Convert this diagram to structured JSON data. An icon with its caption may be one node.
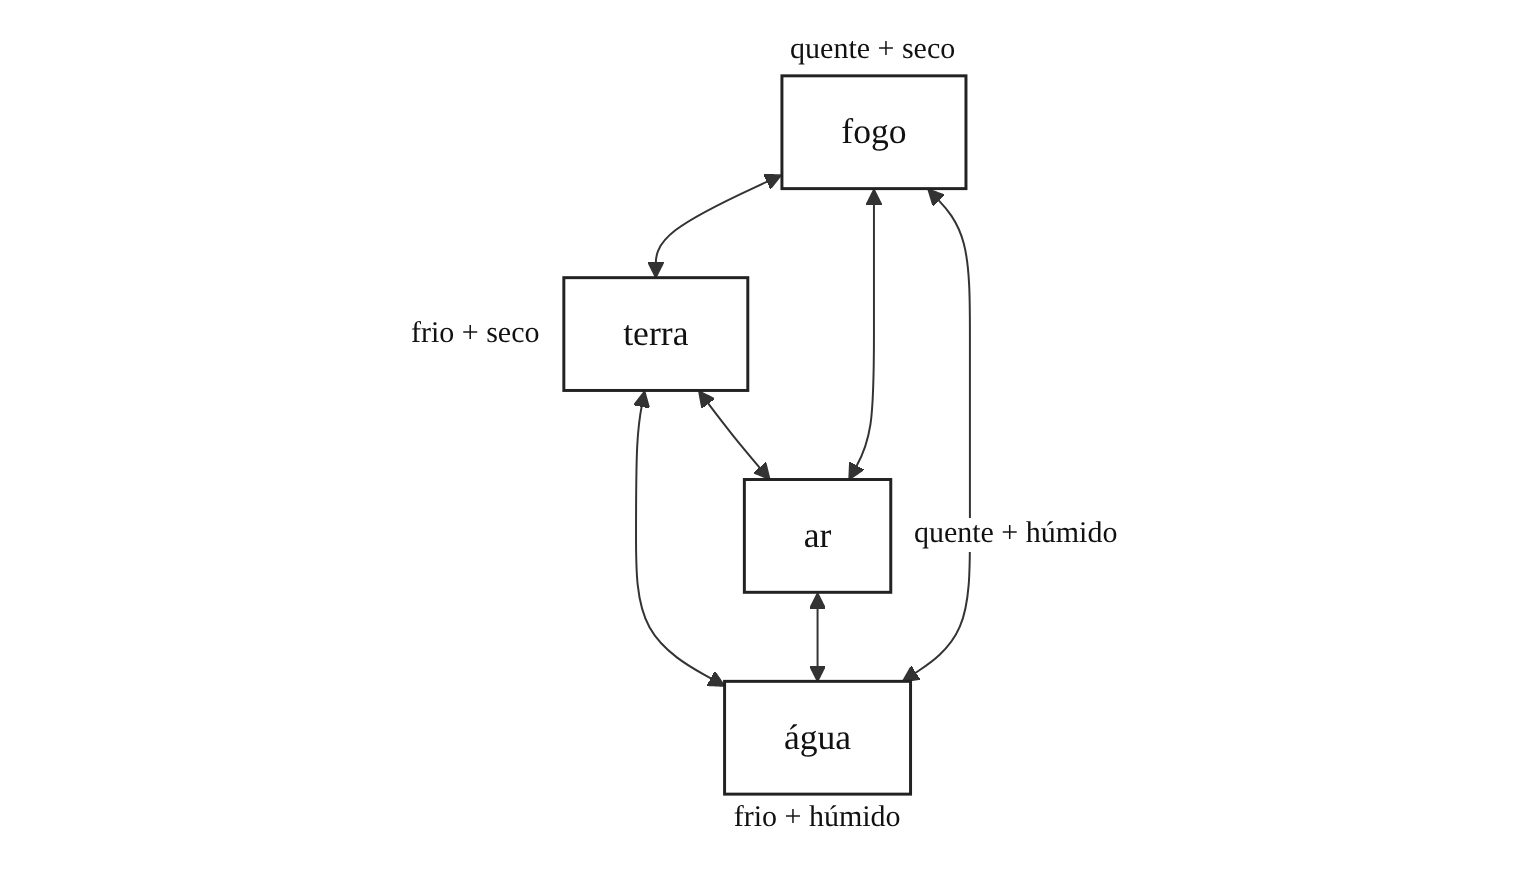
{
  "diagram": {
    "nodes": [
      {
        "text": [
          "fogo"
        ],
        "beside": [
          "quente + seco"
        ]
      },
      {
        "text": [
          "terra"
        ],
        "beside": [
          "frio + seco"
        ]
      },
      {
        "text": [
          "ar"
        ],
        "beside": [
          "quente + húmido"
        ]
      },
      {
        "text": [
          "água"
        ],
        "beside": [
          "frio + húmido"
        ]
      }
    ],
    "edges": [
      {
        "from": 0,
        "to": 1,
        "arrow": "both"
      },
      {
        "from": 0,
        "to": 2,
        "arrow": "both"
      },
      {
        "from": 1,
        "to": 3,
        "arrow": "both"
      },
      {
        "from": 2,
        "to": 3,
        "arrow": "both"
      },
      {
        "from": 0,
        "to": 3,
        "arrow": "both"
      },
      {
        "from": 1,
        "to": 2,
        "arrow": "both"
      }
    ]
  }
}
